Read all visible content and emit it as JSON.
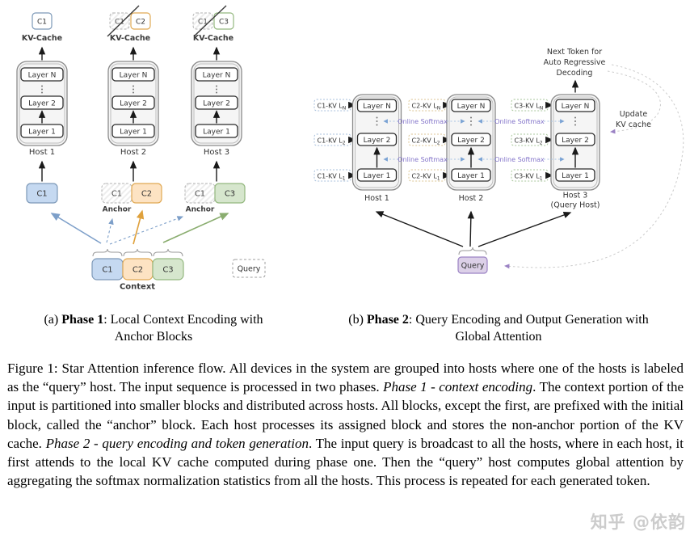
{
  "phase1": {
    "kv_cache_label": "KV-Cache",
    "anchor_label": "Anchor",
    "context_label": "Context",
    "query_label": "Query",
    "context_blocks": [
      "C1",
      "C2",
      "C3"
    ],
    "hosts": [
      {
        "name": "Host 1",
        "layers": [
          "Layer N",
          "Layer 2",
          "Layer 1"
        ],
        "cache": [
          "C1"
        ],
        "input": [
          "C1"
        ]
      },
      {
        "name": "Host 2",
        "layers": [
          "Layer N",
          "Layer 2",
          "Layer 1"
        ],
        "cache": [
          "C1",
          "C2"
        ],
        "input": [
          "C1",
          "C2"
        ]
      },
      {
        "name": "Host 3",
        "layers": [
          "Layer N",
          "Layer 2",
          "Layer 1"
        ],
        "cache": [
          "C1",
          "C3"
        ],
        "input": [
          "C1",
          "C3"
        ]
      }
    ]
  },
  "phase2": {
    "online_softmax": "Online Softmax",
    "next_token_lines": [
      "Next Token for",
      "Auto Regressive",
      "Decoding"
    ],
    "update_kv_lines": [
      "Update",
      "KV cache"
    ],
    "query_label": "Query",
    "hosts": [
      {
        "name": "Host 1",
        "subname": "",
        "layers": [
          "Layer N",
          "Layer 2",
          "Layer 1"
        ],
        "kv_prefix": "C1-KV L",
        "kv_subs": [
          "N",
          "2",
          "1"
        ]
      },
      {
        "name": "Host 2",
        "subname": "",
        "layers": [
          "Layer N",
          "Layer 2",
          "Layer 1"
        ],
        "kv_prefix": "C2-KV L",
        "kv_subs": [
          "N",
          "2",
          "1"
        ]
      },
      {
        "name": "Host 3",
        "subname": "(Query Host)",
        "layers": [
          "Layer N",
          "Layer 2",
          "Layer 1"
        ],
        "kv_prefix": "C3-KV L",
        "kv_subs": [
          "N",
          "2",
          "1"
        ]
      }
    ]
  },
  "subcaptions": {
    "a": {
      "prefix": "(a) ",
      "bold": "Phase 1",
      "rest": ": Local Context Encoding with",
      "line2": "Anchor Blocks"
    },
    "b": {
      "prefix": "(b) ",
      "bold": "Phase 2",
      "rest": ": Query Encoding and Output Generation with",
      "line2": "Global Attention"
    }
  },
  "figure_caption": {
    "s1": "Figure 1: Star Attention inference flow.  All devices in the system are grouped into hosts where one of the hosts is labeled as the “query” host.  The input sequence is processed in two phases. ",
    "s2": "Phase 1 - context encoding",
    "s3": ".  The context portion of the input is partitioned into smaller blocks and distributed across hosts.  All blocks, except the first, are prefixed with the initial block, called the “anchor” block.  Each host processes its assigned block and stores the non-anchor portion of the KV cache. ",
    "s4": "Phase 2 - query encoding and token generation",
    "s5": ".  The input query is broadcast to all the hosts, where in each host, it first attends to the local KV cache computed during phase one.  Then the “query” host computes global attention by aggregating the softmax normalization statistics from all the hosts. This process is repeated for each generated token."
  },
  "watermark": "知乎 @依韵",
  "colors": {
    "blue-fill": "#c5d9f1",
    "blue-border": "#7d99b8",
    "orange-fill": "#fde3c3",
    "orange-border": "#e0a953",
    "green-fill": "#d6e6cd",
    "green-border": "#94b87f",
    "purple-fill": "#dcd0e8",
    "purple-border": "#9b82c4",
    "softmax-text": "#8273c9",
    "dashed-blue": "#a9c4e4",
    "arrow-blue": "#7d9fc9",
    "arrow-orange": "#dfa13c",
    "arrow-green": "#8aad6f",
    "container-fill": "#f5f5f5",
    "watermark": "#cccccc"
  }
}
